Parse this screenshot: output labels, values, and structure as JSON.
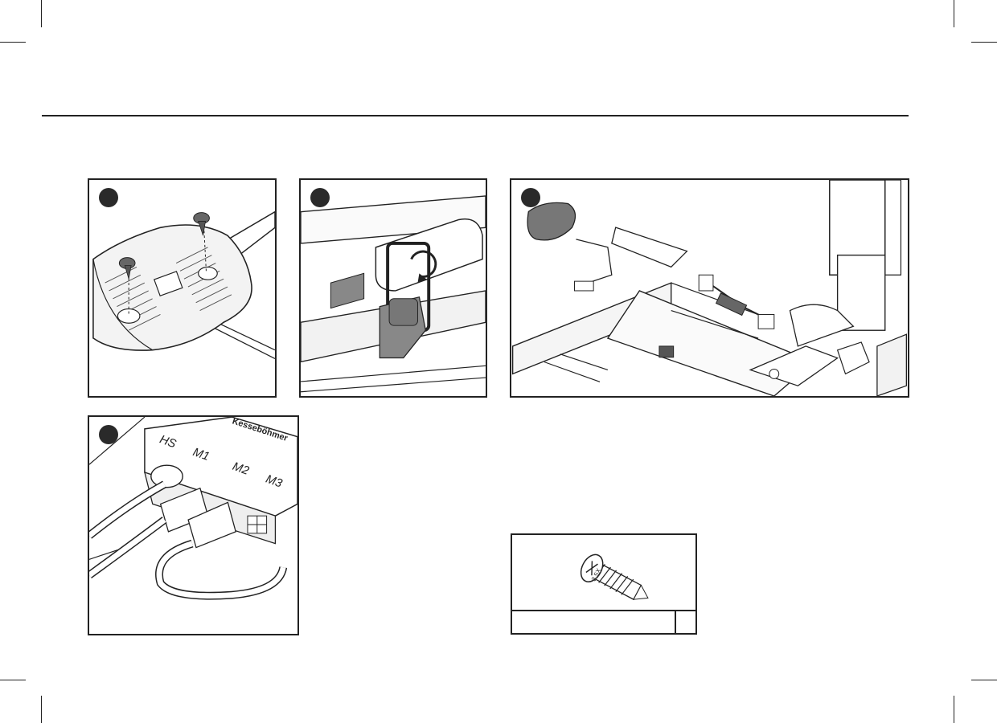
{
  "figures": {
    "control_box": {
      "port_labels": [
        "HS",
        "M1",
        "M2",
        "M3"
      ],
      "brand_text": "Kesseböhmer"
    },
    "hardware_legend": {
      "screw_head_mark": "3,5X"
    }
  }
}
